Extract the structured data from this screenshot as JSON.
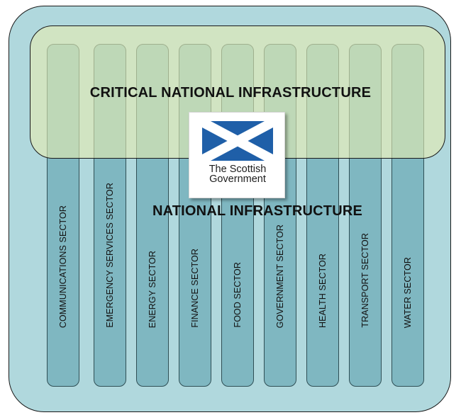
{
  "diagram": {
    "critical_title": "CRITICAL NATIONAL INFRASTRUCTURE",
    "national_title": "NATIONAL INFRASTRUCTURE",
    "logo": {
      "line1": "The Scottish",
      "line2": "Government"
    },
    "sectors": [
      "COMMUNICATIONS SECTOR",
      "EMERGENCY SERVICES  SECTOR",
      "ENERGY SECTOR",
      "FINANCE SECTOR",
      "FOOD SECTOR",
      "GOVERNMENT SECTOR",
      "HEALTH SECTOR",
      "TRANSPORT SECTOR",
      "WATER SECTOR"
    ]
  },
  "colors": {
    "outer_fill": "#b0d8dd",
    "sector_fill": "#7fb7c1",
    "critical_fill": "#e5ecb2",
    "saltire_blue": "#1f5fa8"
  }
}
